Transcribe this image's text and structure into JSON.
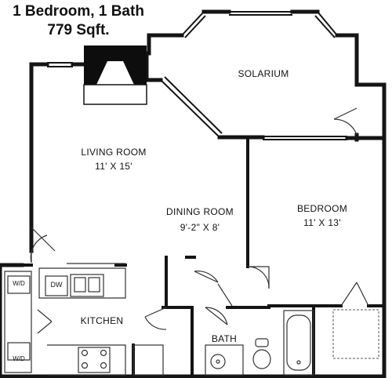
{
  "header": {
    "unit_type": "1 Bedroom, 1 Bath",
    "area": "779 Sqft."
  },
  "rooms": {
    "solarium": {
      "name": "SOLARIUM"
    },
    "living": {
      "name": "LIVING ROOM",
      "dims": "11' X 15'"
    },
    "dining": {
      "name": "DINING ROOM",
      "dims": "9'-2\" X 8'"
    },
    "bedroom": {
      "name": "BEDROOM",
      "dims": "11' X 13'"
    },
    "kitchen": {
      "name": "KITCHEN"
    },
    "bath": {
      "name": "BATH"
    }
  },
  "fixtures": {
    "dishwasher": "DW",
    "washer_dryer_top": "W/D",
    "washer_dryer_bottom": "W/D"
  },
  "colors": {
    "wall": "#141414",
    "line": "#333333",
    "window": "#888888"
  }
}
